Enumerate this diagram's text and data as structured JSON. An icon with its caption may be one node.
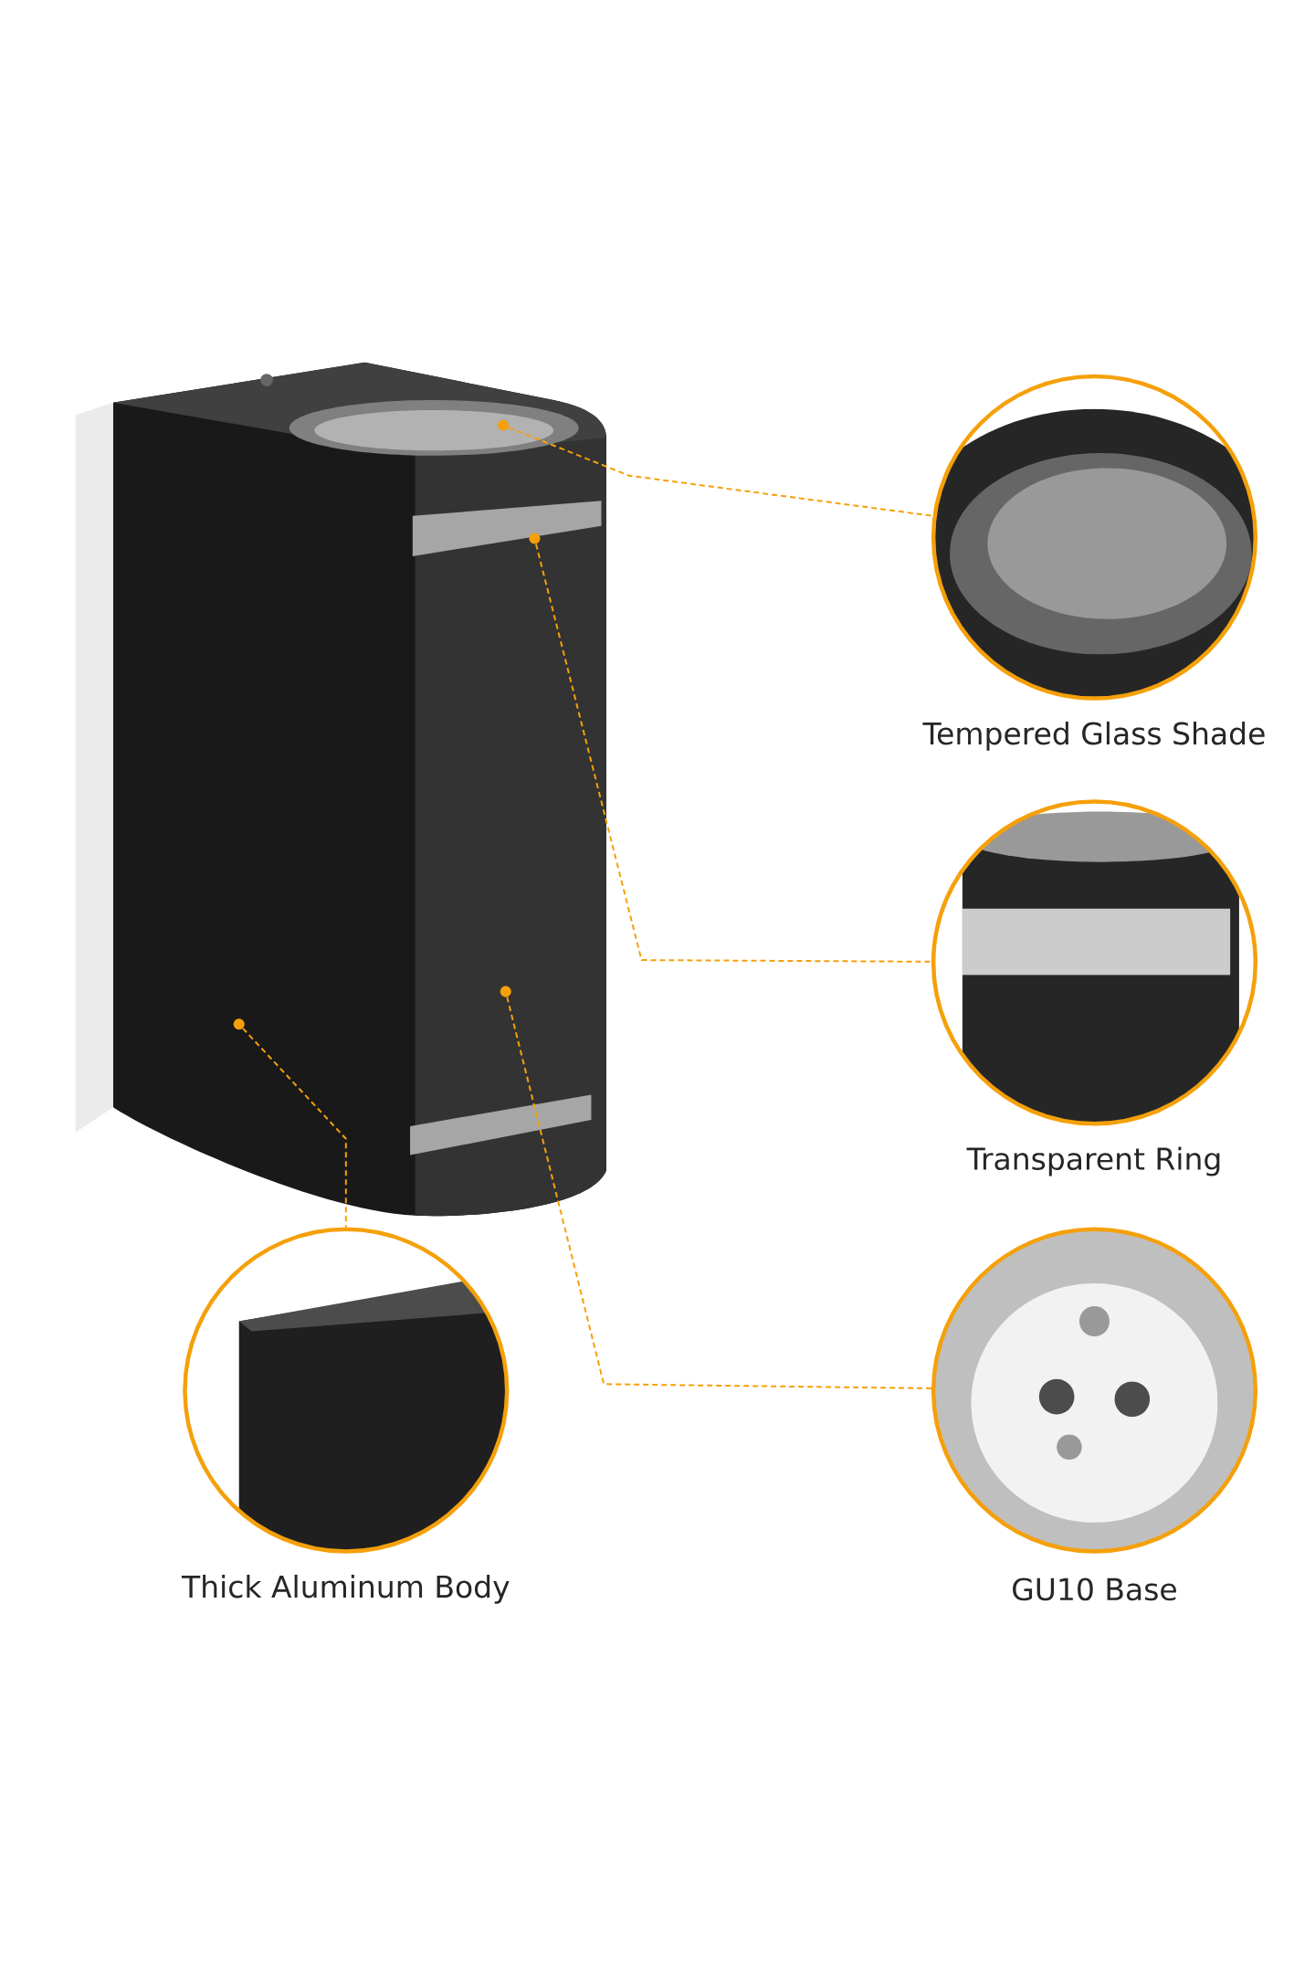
{
  "diagram": {
    "nodes": [
      {
        "text": [
          "Tempered Glass Shade"
        ]
      },
      {
        "text": [
          "Transparent Ring"
        ]
      },
      {
        "text": [
          "Thick Aluminum Body"
        ]
      },
      {
        "text": [
          "GU10 Base"
        ]
      },
      {
        "text": [],
        "shape": "circle"
      },
      {
        "text": [],
        "shape": "circle"
      },
      {
        "text": [],
        "shape": "circle"
      },
      {
        "text": [],
        "shape": "circle"
      }
    ],
    "edges": [
      {
        "from": 4,
        "to": 0,
        "arrow": "none",
        "style": "dashed"
      },
      {
        "from": 5,
        "to": 1,
        "arrow": "none",
        "style": "dashed"
      },
      {
        "from": 6,
        "to": 3,
        "arrow": "none",
        "style": "dashed"
      },
      {
        "from": 7,
        "to": 2,
        "arrow": "none",
        "style": "dashed"
      }
    ]
  }
}
